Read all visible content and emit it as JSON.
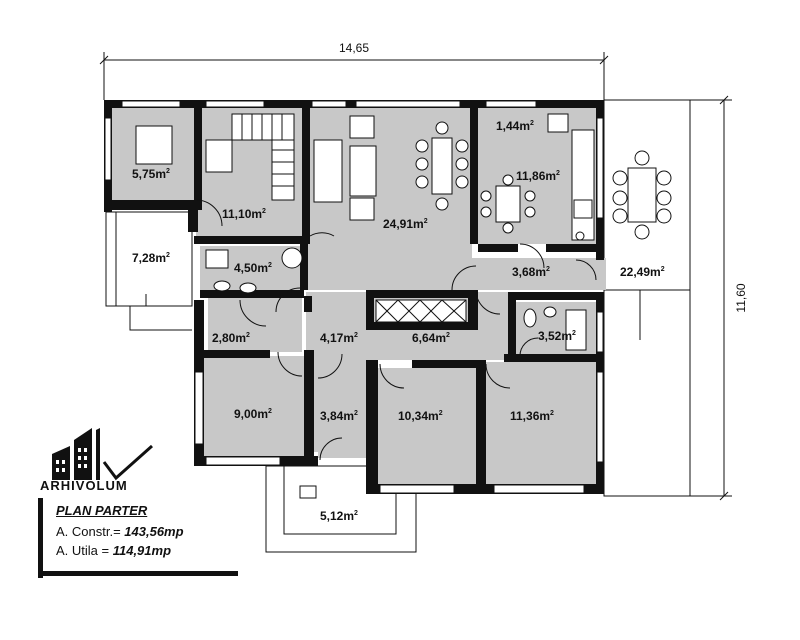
{
  "dimensions": {
    "width": "14,65",
    "height": "11,60"
  },
  "rooms": [
    {
      "area": "5,75",
      "unit": "m",
      "exp": "2"
    },
    {
      "area": "11,10",
      "unit": "m",
      "exp": "2"
    },
    {
      "area": "24,91",
      "unit": "m",
      "exp": "2"
    },
    {
      "area": "1,44",
      "unit": "m",
      "exp": "2"
    },
    {
      "area": "11,86",
      "unit": "m",
      "exp": "2"
    },
    {
      "area": "7,28",
      "unit": "m",
      "exp": "2"
    },
    {
      "area": "4,50",
      "unit": "m",
      "exp": "2"
    },
    {
      "area": "3,68",
      "unit": "m",
      "exp": "2"
    },
    {
      "area": "22,49",
      "unit": "m",
      "exp": "2"
    },
    {
      "area": "2,80",
      "unit": "m",
      "exp": "2"
    },
    {
      "area": "4,17",
      "unit": "m",
      "exp": "2"
    },
    {
      "area": "6,64",
      "unit": "m",
      "exp": "2"
    },
    {
      "area": "3,52",
      "unit": "m",
      "exp": "2"
    },
    {
      "area": "9,00",
      "unit": "m",
      "exp": "2"
    },
    {
      "area": "3,84",
      "unit": "m",
      "exp": "2"
    },
    {
      "area": "10,34",
      "unit": "m",
      "exp": "2"
    },
    {
      "area": "11,36",
      "unit": "m",
      "exp": "2"
    },
    {
      "area": "5,12",
      "unit": "m",
      "exp": "2"
    }
  ],
  "logo": {
    "text": "ARHIVOLUM"
  },
  "legend": {
    "title": "PLAN PARTER",
    "constr_label": "A. Constr.= ",
    "constr_value": "143,56mp",
    "utila_label": "A. Utila = ",
    "utila_value": "114,91mp"
  },
  "colors": {
    "wall": "#111111",
    "floor": "#c8c8c8",
    "furniture": "#ffffff"
  }
}
